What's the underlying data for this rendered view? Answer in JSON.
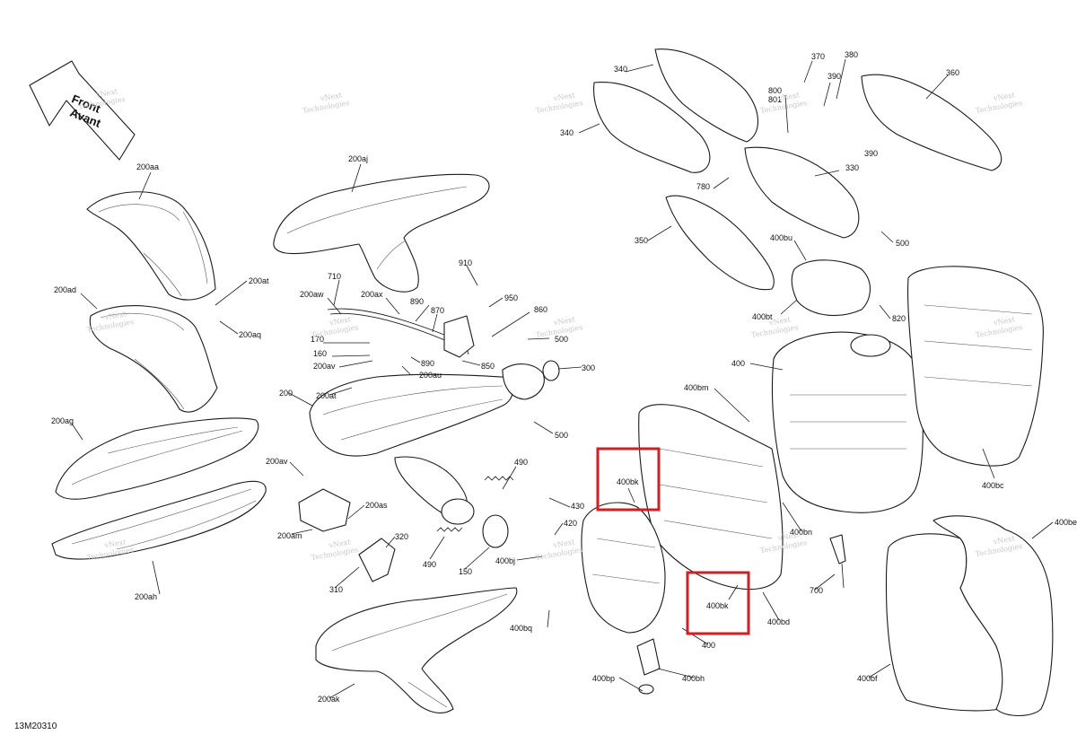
{
  "drawing_code": "13M20310",
  "direction_arrow": {
    "line1": "Front",
    "line2": "Avant"
  },
  "watermark": {
    "line1": "vNext",
    "line2": "Technologies"
  },
  "highlight_color": "#d01f26",
  "labels": {
    "l340a": "340",
    "l340b": "340",
    "l370": "370",
    "l380": "380",
    "l390a": "390",
    "l390b": "390",
    "l360": "360",
    "l800": "800",
    "l801": "801",
    "l780": "780",
    "l330": "330",
    "l350": "350",
    "l400bu": "400bu",
    "l500a": "500",
    "l400bt": "400bt",
    "l820": "820",
    "l200aa": "200aa",
    "l200aj": "200aj",
    "l200ad": "200ad",
    "l200at1": "200at",
    "l200aq": "200aq",
    "l710": "710",
    "l200aw": "200aw",
    "l200ax": "200ax",
    "l910": "910",
    "l950": "950",
    "l890a": "890",
    "l870": "870",
    "l860": "860",
    "l170": "170",
    "l160": "160",
    "l500b": "500",
    "l890b": "890",
    "l850": "850",
    "l200av1": "200av",
    "l200au": "200au",
    "l300": "300",
    "l200": "200",
    "l200at2": "200at",
    "l200ag": "200ag",
    "l500c": "500",
    "l400": "400",
    "l400bm": "400bm",
    "l400bc": "400bc",
    "l200av2": "200av",
    "l490a": "490",
    "l430": "430",
    "l200as": "200as",
    "l200am": "200am",
    "l320": "320",
    "l420": "420",
    "l490b": "490",
    "l150": "150",
    "l400bj": "400bj",
    "l400bn": "400bn",
    "l400be": "400be",
    "l310": "310",
    "l200ah": "200ah",
    "l700": "700",
    "l400bq": "400bq",
    "l400bd": "400bd",
    "l400b": "400",
    "l400bp": "400bp",
    "l400bh": "400bh",
    "l400bf": "400bf",
    "l200ak": "200ak"
  },
  "highlighted_labels": {
    "h1": "400bk",
    "h2": "400bk"
  }
}
